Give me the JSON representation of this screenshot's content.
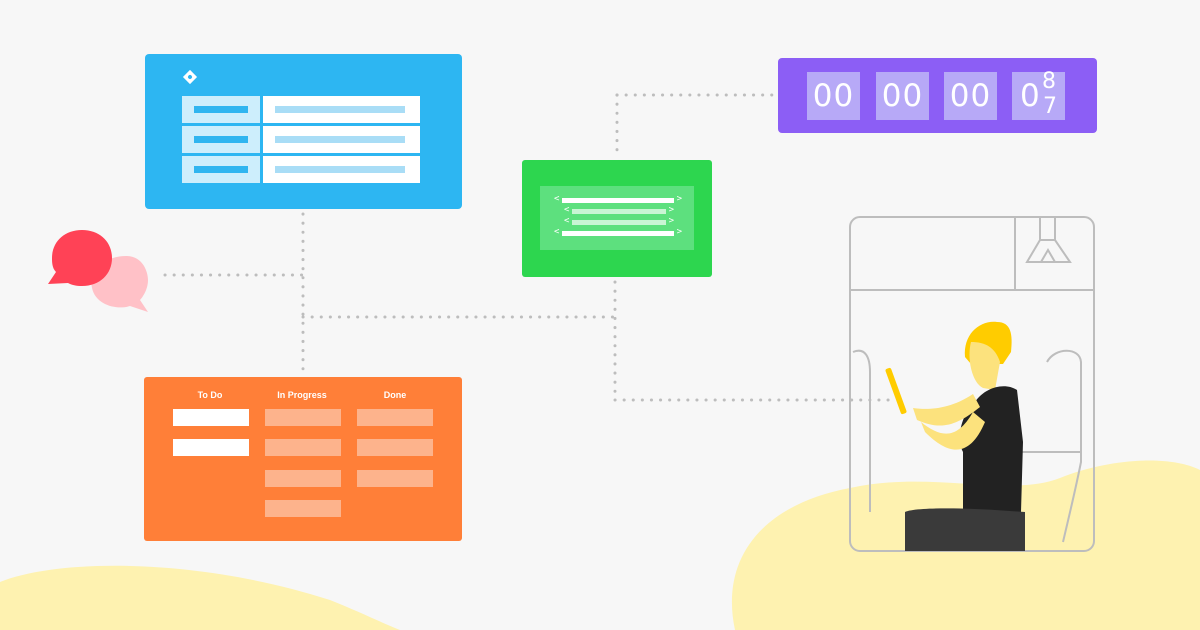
{
  "colors": {
    "background": "#f7f7f7",
    "blue": "#2db6f2",
    "green": "#2dd64f",
    "purple": "#8c5ef5",
    "orange": "#ff7f38",
    "chat_red": "#ff4256",
    "chat_pink": "#ffc1c7",
    "accent_yellow": "#fef2b0",
    "person_hair": "#ffcc00",
    "person_skin": "#fce27d",
    "person_shirt": "#222222"
  },
  "timer": {
    "h": "00",
    "m": "00",
    "s": "00",
    "last": "0",
    "last_top": "8",
    "last_bottom": "7"
  },
  "kanban": {
    "columns": [
      {
        "title": "To Do",
        "cards": 2
      },
      {
        "title": "In Progress",
        "cards": 4
      },
      {
        "title": "Done",
        "cards": 3
      }
    ]
  },
  "icons": [
    "diamond-icon",
    "chat-bubbles-icon",
    "code-brackets-icon"
  ]
}
